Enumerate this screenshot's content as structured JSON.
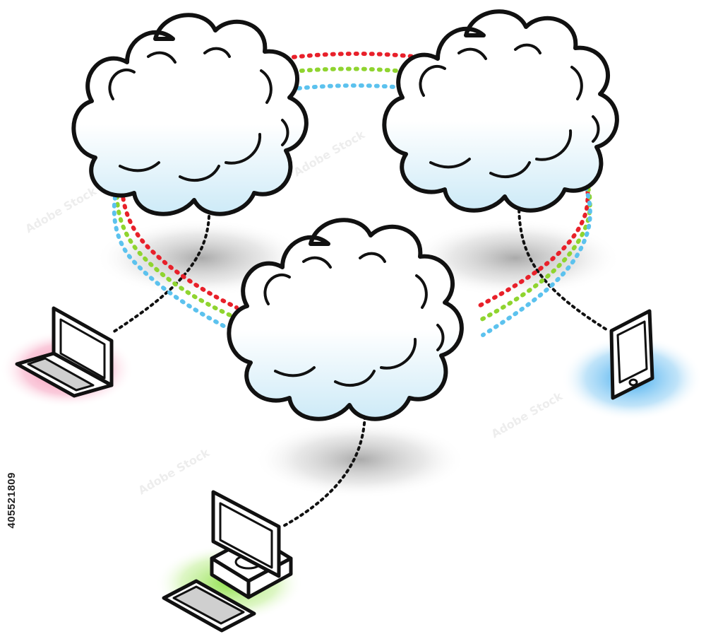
{
  "watermark": {
    "asset_id": "405521809",
    "brand_text": "Adobe Stock"
  },
  "colors": {
    "link_red": "#e8202a",
    "link_green": "#8fd42f",
    "link_blue": "#5cc2ee",
    "outline": "#111111",
    "cloud_shade": "#d3edf8",
    "laptop_glow": "#f27aa3",
    "tablet_glow": "#3aa8ee",
    "desktop_glow": "#8fe04a",
    "shadow": "#9a9a9a"
  },
  "nodes": {
    "clouds": [
      "cloud-top-left",
      "cloud-top-right",
      "cloud-center"
    ],
    "devices": [
      "laptop",
      "tablet",
      "desktop-computer"
    ]
  },
  "icons": [
    "cloud-icon",
    "laptop-icon",
    "tablet-icon",
    "desktop-computer-icon",
    "keyboard-icon"
  ]
}
